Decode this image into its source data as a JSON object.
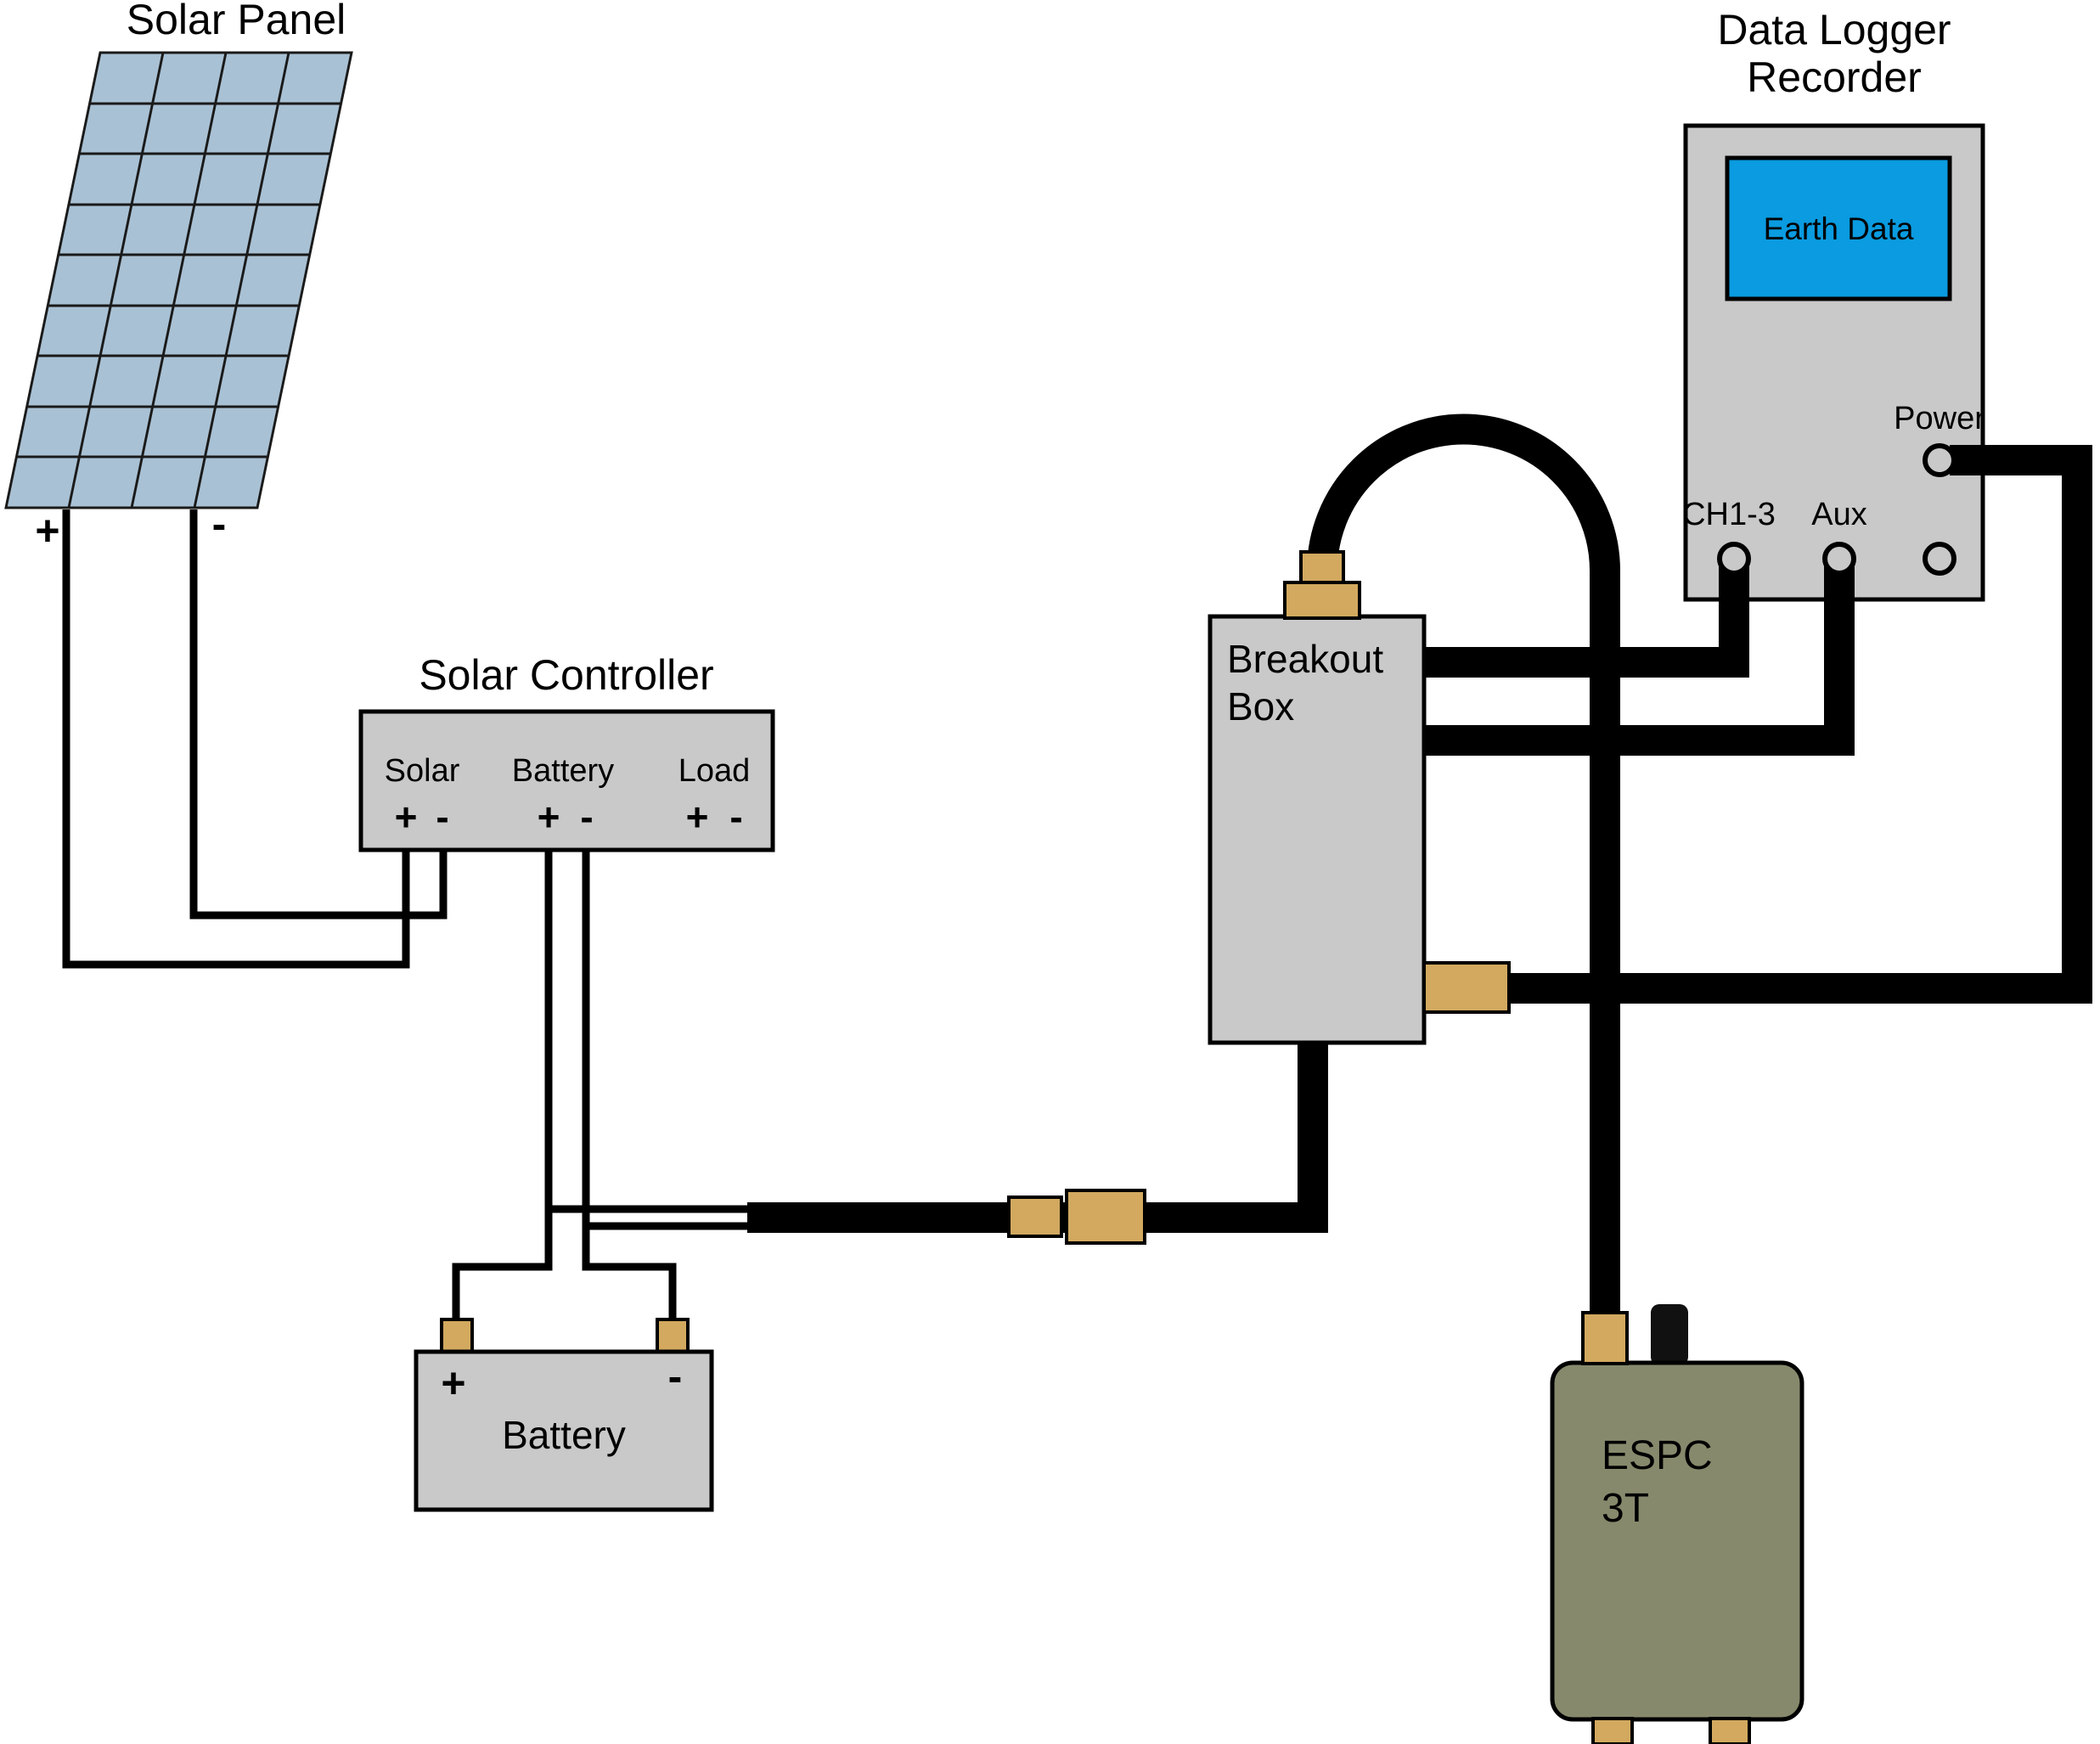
{
  "colors": {
    "background": "#ffffff",
    "panel_cell": "#a9c1d4",
    "box_fill": "#c9c9c9",
    "screen_fill": "#0a9be0",
    "espc_fill": "#87896c",
    "connector_fill": "#d2a95f",
    "wire": "#000000"
  },
  "solar_panel": {
    "label": "Solar Panel",
    "plus": "+",
    "minus": "-"
  },
  "solar_controller": {
    "label": "Solar Controller",
    "sections": [
      {
        "name": "Solar",
        "plus": "+",
        "minus": "-"
      },
      {
        "name": "Battery",
        "plus": "+",
        "minus": "-"
      },
      {
        "name": "Load",
        "plus": "+",
        "minus": "-"
      }
    ]
  },
  "battery": {
    "label": "Battery",
    "plus": "+",
    "minus": "-"
  },
  "breakout_box": {
    "label_line1": "Breakout",
    "label_line2": "Box"
  },
  "data_logger": {
    "label_line1": "Data Logger",
    "label_line2": "Recorder",
    "screen_text": "Earth Data",
    "power_label": "Power",
    "ch_label": "CH1-3",
    "aux_label": "Aux"
  },
  "espc": {
    "label_line1": "ESPC",
    "label_line2": "3T"
  }
}
